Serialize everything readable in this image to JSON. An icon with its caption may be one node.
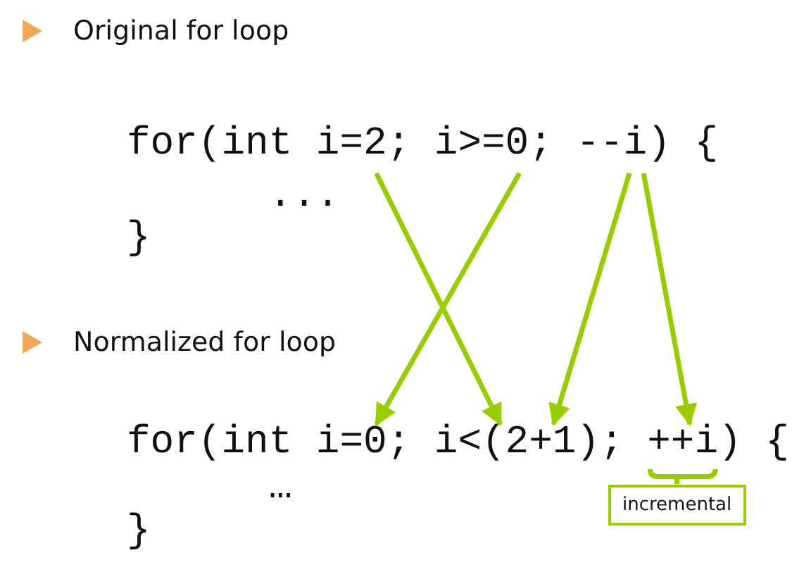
{
  "diagram": {
    "nodes": [
      {
        "text": [
          "i=2"
        ]
      },
      {
        "text": [
          "i>=0"
        ]
      },
      {
        "text": [
          "--i"
        ]
      },
      {
        "text": [
          "i=0"
        ]
      },
      {
        "text": [
          "i<(2+1)"
        ]
      },
      {
        "text": [
          "++i"
        ]
      },
      {
        "text": [
          "incremental"
        ]
      }
    ],
    "edges": [
      {
        "from": 0,
        "to": 4,
        "arrow": "to"
      },
      {
        "from": 1,
        "to": 3,
        "arrow": "to"
      },
      {
        "from": 2,
        "to": 4,
        "arrow": "to"
      },
      {
        "from": 2,
        "to": 5,
        "arrow": "to"
      },
      {
        "from": 6,
        "to": 5,
        "arrow": "none"
      }
    ],
    "labels": [
      "Original for loop",
      "for(int",
      ";",
      ";",
      ") {",
      "...",
      "}",
      "Normalized for loop",
      "for(int",
      ";",
      ";",
      ") {",
      "…",
      "}"
    ]
  }
}
